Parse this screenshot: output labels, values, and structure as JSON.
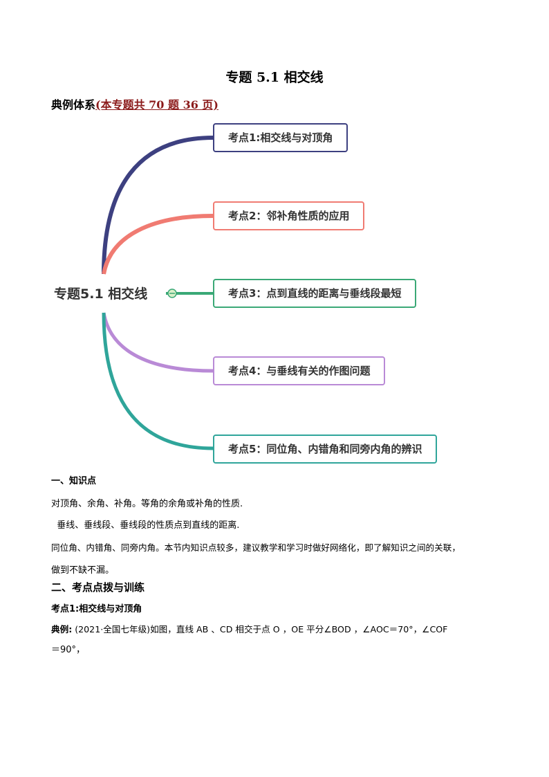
{
  "title": "专题 5.1  相交线",
  "system": {
    "label": "典例体系",
    "link": "(本专题共 70 题 36 页)"
  },
  "mindmap": {
    "root": "专题5.1 相交线",
    "collapse_symbol": "−",
    "nodes": [
      {
        "label": "考点1:相交线与对顶角",
        "color": "#3d4080"
      },
      {
        "label": "考点2：邻补角性质的应用",
        "color": "#f07b72"
      },
      {
        "label": "考点3：点到直线的距离与垂线段最短",
        "color": "#3aa876"
      },
      {
        "label": "考点4：与垂线有关的作图问题",
        "color": "#b98ad6"
      },
      {
        "label": "考点5：同位角、内错角和同旁内角的辨识",
        "color": "#2fa59a"
      }
    ]
  },
  "section1": {
    "heading": "一、知识点",
    "lines": [
      "对顶角、余角、补角。等角的余角或补角的性质.",
      "  垂线、垂线段、垂线段的性质点到直线的距离.",
      "同位角、内错角、同旁内角。本节内知识点较多，建议教学和学习时做好网络化，即了解知识之间的关联，",
      "做到不缺不漏。"
    ]
  },
  "section2": {
    "heading": "二、考点点拨与训练",
    "sub": "考点1:相交线与对顶角",
    "example_label": "典例:",
    "example_text": " (2021·全国七年级)如图，直线 AB 、CD 相交于点 O ，OE 平分∠BOD ，∠AOC＝70°，∠COF",
    "example_text2": "＝90°，"
  }
}
